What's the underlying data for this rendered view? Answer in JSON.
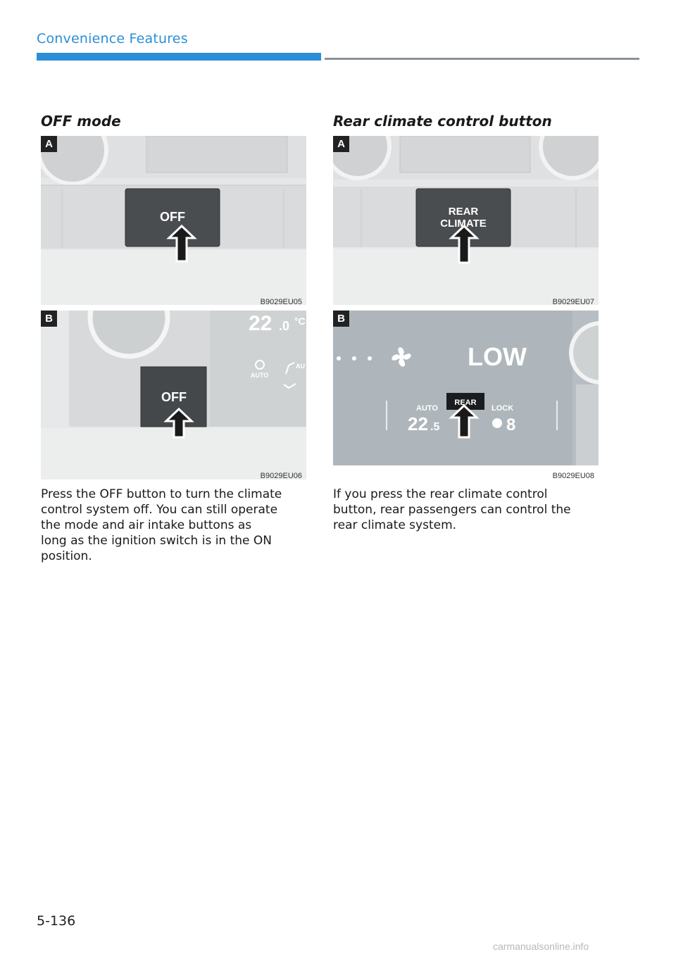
{
  "header": {
    "section": "Convenience Features",
    "accent": "#2a8fd6"
  },
  "left": {
    "title": "OFF mode",
    "figures": [
      {
        "badge": "A",
        "caption": "B9029EU05",
        "button_label": "OFF"
      },
      {
        "badge": "B",
        "caption": "B9029EU06",
        "button_label": "OFF",
        "temp_main": "22",
        "temp_dec": ".0",
        "temp_unit": "°C",
        "auto_label": "AUTO",
        "auto_label2": "AU"
      }
    ],
    "text": "Press the OFF button to turn the climate\ncontrol system off. You can still operate\nthe mode and air intake buttons as\nlong as the ignition switch is in the ON\nposition."
  },
  "right": {
    "title": "Rear climate control button",
    "figures": [
      {
        "badge": "A",
        "caption": "B9029EU07",
        "button_line1": "REAR",
        "button_line2": "CLIMATE"
      },
      {
        "badge": "B",
        "caption": "B9029EU08",
        "fan_level_text": "LOW",
        "rear_label": "REAR",
        "auto_label": "AUTO",
        "temp_main": "22",
        "temp_dec": ".5",
        "lock_label": "LOCK",
        "fan_value": "8"
      }
    ],
    "text": "If you press the rear climate control\nbutton, rear passengers can control the\nrear climate system."
  },
  "footer": {
    "page_number": "5-136",
    "watermark": "carmanualsonline.info"
  }
}
